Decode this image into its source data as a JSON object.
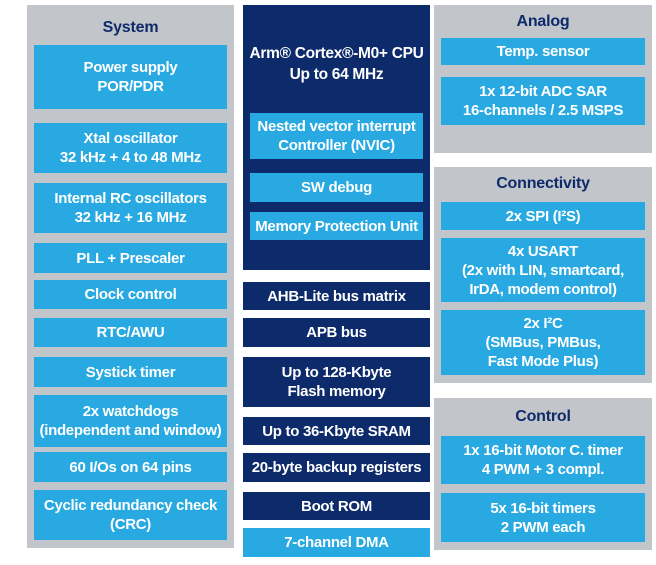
{
  "system": {
    "title": "System",
    "items": [
      "Power supply\nPOR/PDR",
      "Xtal oscillator\n32 kHz + 4 to 48 MHz",
      "Internal RC oscillators\n32 kHz + 16 MHz",
      "PLL + Prescaler",
      "Clock control",
      "RTC/AWU",
      "Systick timer",
      "2x watchdogs\n(independent and window)",
      "60 I/Os on 64 pins",
      "Cyclic redundancy check\n(CRC)"
    ]
  },
  "core": {
    "cpu_title": "Arm® Cortex®-M0+ CPU\nUp to 64 MHz",
    "cpu_features": [
      "Nested vector interrupt\nController (NVIC)",
      "SW debug",
      "Memory Protection Unit"
    ],
    "bus_memory": [
      "AHB-Lite bus matrix",
      "APB bus",
      "Up to 128-Kbyte\nFlash memory",
      "Up to 36-Kbyte SRAM",
      "20-byte backup registers",
      "Boot ROM",
      "7-channel DMA"
    ]
  },
  "analog": {
    "title": "Analog",
    "items": [
      "Temp. sensor",
      "1x 12-bit ADC SAR\n16-channels / 2.5 MSPS"
    ]
  },
  "connectivity": {
    "title": "Connectivity",
    "items": [
      "2x SPI (I²S)",
      "4x USART\n(2x with LIN, smartcard,\nIrDA, modem control)",
      "2x I²C\n(SMBus, PMBus,\nFast Mode Plus)"
    ]
  },
  "control": {
    "title": "Control",
    "items": [
      "1x 16-bit Motor C. timer\n4 PWM + 3 compl.",
      "5x 16-bit timers\n2 PWM each"
    ]
  },
  "colors": {
    "accent_cyan": "#29a9e1",
    "dark_navy": "#0d2b6b",
    "panel_gray": "#c2c5c9",
    "text_white": "#ffffff"
  }
}
